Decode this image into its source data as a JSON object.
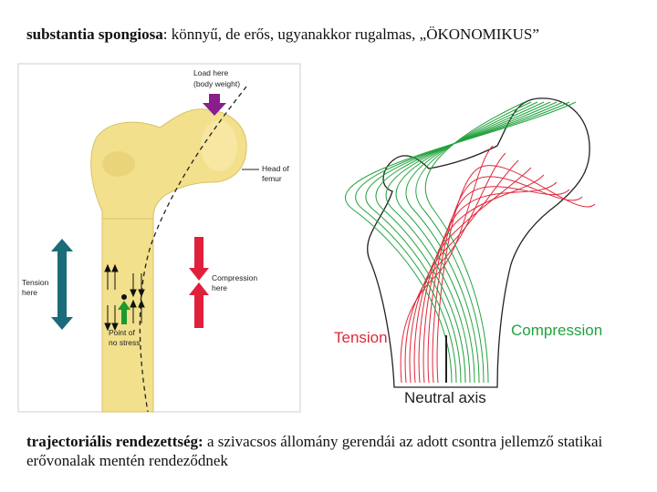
{
  "header": {
    "term": "substantia spongiosa",
    "rest": ": könnyű, de erős, ugyanakkor rugalmas, „ÖKONOMIKUS”"
  },
  "left_figure": {
    "load_label_1": "Load here",
    "load_label_2": "(body weight)",
    "head_label_1": "Head of",
    "head_label_2": "femur",
    "tension_label_1": "Tension",
    "tension_label_2": "here",
    "compression_label_1": "Compression",
    "compression_label_2": "here",
    "nostress_label_1": "Point of",
    "nostress_label_2": "no stress",
    "colors": {
      "tension": "#1b6b7a",
      "compression": "#e0203a",
      "load": "#8a1e8c",
      "no_stress": "#1c9a2e",
      "bone": "#f2e08c"
    }
  },
  "right_figure": {
    "tension_label": "Tension",
    "compression_label": "Compression",
    "neutral_label": "Neutral axis",
    "colors": {
      "tension": "#e0283a",
      "compression": "#23a23e"
    }
  },
  "footer": {
    "term": "trajectoriális rendezettség:",
    "rest": " a szivacsos állomány gerendái az adott csontra jellemző statikai erővonalak mentén rendeződnek"
  }
}
